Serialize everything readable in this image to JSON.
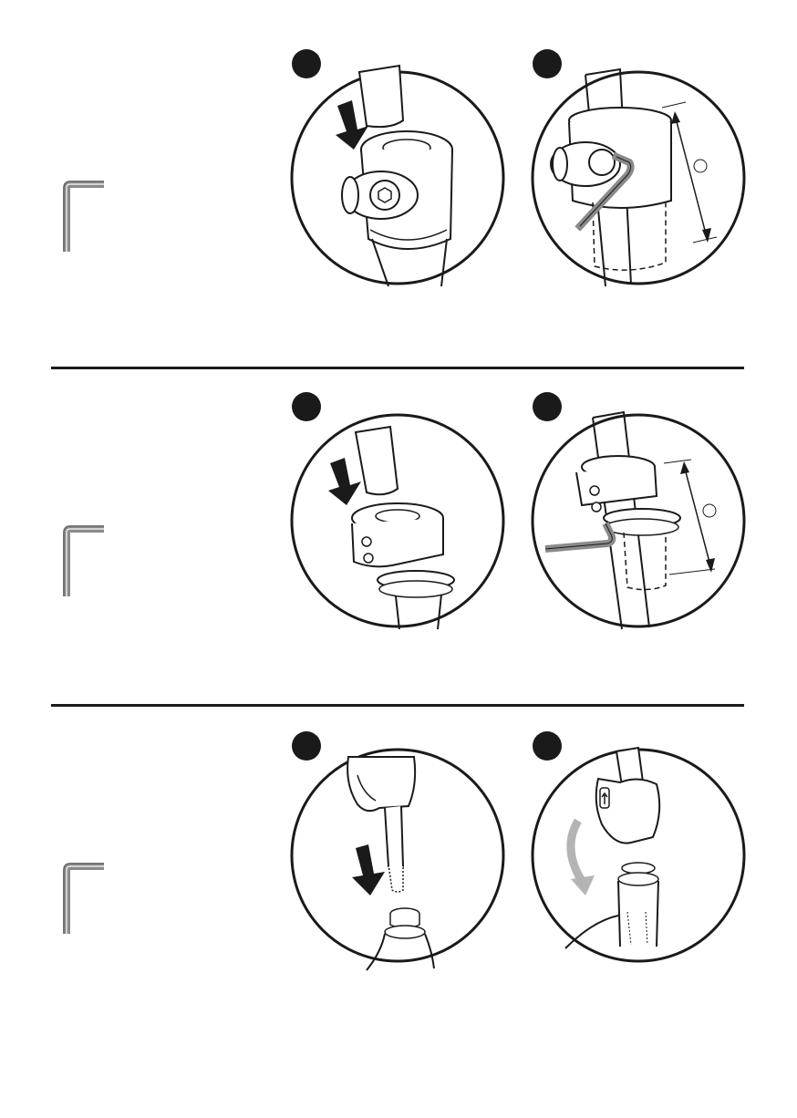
{
  "colors": {
    "ink": "#1a1a1a",
    "steel": "#8a8a8a",
    "arrow_gray": "#b4b4b4",
    "paper": "#ffffff"
  },
  "sections": [
    {
      "icon": "allen-key-icon",
      "panels": [
        {
          "step_icon": "step-dot",
          "content": "insert-post-into-clamp"
        },
        {
          "step_icon": "step-dot",
          "content": "tighten-bolt-with-allen-key"
        }
      ]
    },
    {
      "icon": "allen-key-icon",
      "panels": [
        {
          "step_icon": "step-dot",
          "content": "insert-post-into-collar"
        },
        {
          "step_icon": "step-dot",
          "content": "tighten-collar-with-allen-key"
        }
      ]
    },
    {
      "icon": "allen-key-icon",
      "panels": [
        {
          "step_icon": "step-dot",
          "content": "insert-handlebar-stem"
        },
        {
          "step_icon": "step-dot",
          "content": "rotate-to-lock"
        }
      ]
    }
  ]
}
